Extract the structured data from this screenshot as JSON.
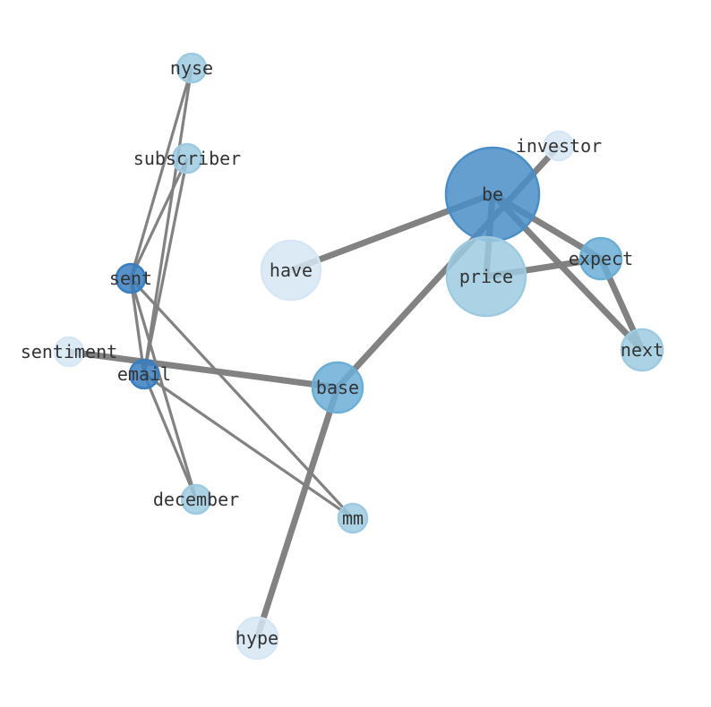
{
  "nodes": [
    {
      "id": "nyse",
      "label": "nyse",
      "color": "#9ecae1"
    },
    {
      "id": "subscriber",
      "label": "subscriber",
      "color": "#9ecae1"
    },
    {
      "id": "sent",
      "label": "sent",
      "color": "#3a7ebf"
    },
    {
      "id": "sentiment",
      "label": "sentiment",
      "color": "#d6e6f5"
    },
    {
      "id": "email",
      "label": "email",
      "color": "#3a7ebf"
    },
    {
      "id": "december",
      "label": "december",
      "color": "#9ecae1"
    },
    {
      "id": "mm",
      "label": "mm",
      "color": "#9ecae1"
    },
    {
      "id": "hype",
      "label": "hype",
      "color": "#d6e6f5"
    },
    {
      "id": "base",
      "label": "base",
      "color": "#6baed6"
    },
    {
      "id": "have",
      "label": "have",
      "color": "#d6e6f5"
    },
    {
      "id": "be",
      "label": "be",
      "color": "#4a8ec7"
    },
    {
      "id": "price",
      "label": "price",
      "color": "#9ecae1"
    },
    {
      "id": "investor",
      "label": "investor",
      "color": "#d6e6f5"
    },
    {
      "id": "expect",
      "label": "expect",
      "color": "#6baed6"
    },
    {
      "id": "next",
      "label": "next",
      "color": "#9ecae1"
    }
  ],
  "edges": [
    {
      "source": "nyse",
      "target": "sent",
      "weight": 1
    },
    {
      "source": "nyse",
      "target": "email",
      "weight": 1
    },
    {
      "source": "subscriber",
      "target": "sent",
      "weight": 1
    },
    {
      "source": "subscriber",
      "target": "email",
      "weight": 1
    },
    {
      "source": "sent",
      "target": "email",
      "weight": 1
    },
    {
      "source": "sent",
      "target": "december",
      "weight": 1
    },
    {
      "source": "sent",
      "target": "mm",
      "weight": 1
    },
    {
      "source": "email",
      "target": "december",
      "weight": 1
    },
    {
      "source": "email",
      "target": "mm",
      "weight": 1
    },
    {
      "source": "sentiment",
      "target": "base",
      "weight": 2
    },
    {
      "source": "base",
      "target": "hype",
      "weight": 2
    },
    {
      "source": "base",
      "target": "investor",
      "weight": 2
    },
    {
      "source": "have",
      "target": "be",
      "weight": 2
    },
    {
      "source": "be",
      "target": "price",
      "weight": 2
    },
    {
      "source": "be",
      "target": "expect",
      "weight": 2
    },
    {
      "source": "be",
      "target": "next",
      "weight": 2
    },
    {
      "source": "price",
      "target": "expect",
      "weight": 2
    },
    {
      "source": "expect",
      "target": "next",
      "weight": 2
    }
  ],
  "colors": {
    "edge": "#808080",
    "label": "#333333"
  }
}
